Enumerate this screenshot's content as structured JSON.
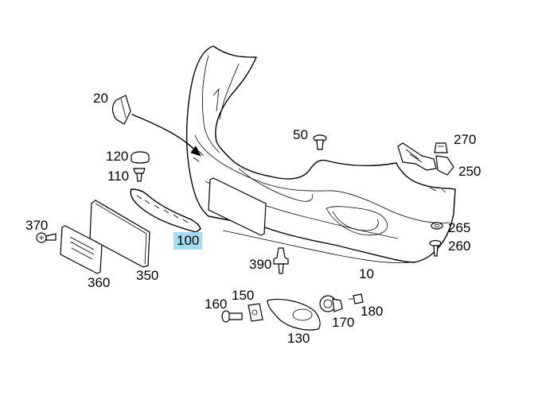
{
  "labels": {
    "p10": "10",
    "p20": "20",
    "p50": "50",
    "p100": "100",
    "p110": "110",
    "p120": "120",
    "p130": "130",
    "p150": "150",
    "p160": "160",
    "p170": "170",
    "p180": "180",
    "p250": "250",
    "p260": "260",
    "p265": "265",
    "p270": "270",
    "p350": "350",
    "p360": "360",
    "p370": "370",
    "p390": "390"
  },
  "highlight_color": "#a6dcf2"
}
